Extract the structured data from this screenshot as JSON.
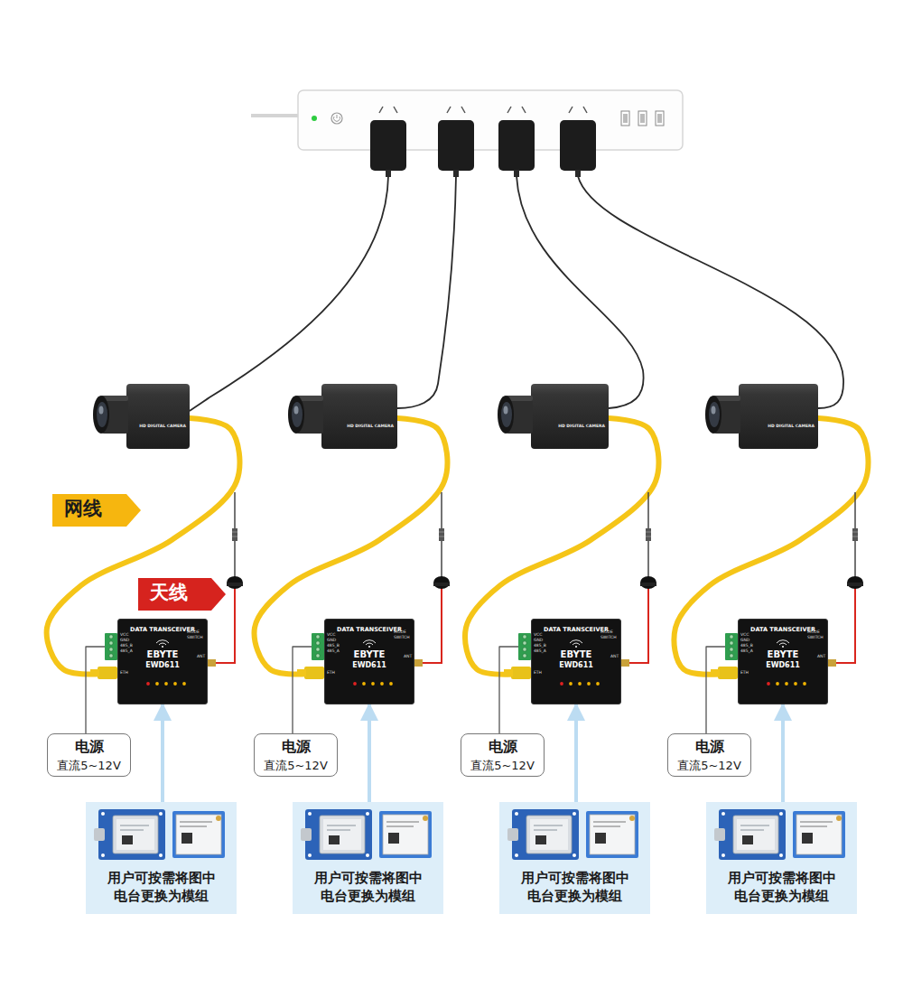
{
  "diagram": {
    "nodes": [
      {
        "text": [
          "HD DIGITAL CAMERA"
        ]
      },
      {
        "text": [
          "HD DIGITAL CAMERA"
        ]
      },
      {
        "text": [
          "HD DIGITAL CAMERA"
        ]
      },
      {
        "text": [
          "HD DIGITAL CAMERA"
        ]
      },
      {
        "text": [
          "网线"
        ]
      },
      {
        "text": [
          "天线"
        ]
      },
      {
        "text": [
          "DATA TRANSCEIVER",
          "EBYTE",
          "EWD611"
        ]
      },
      {
        "text": [
          "DATA TRANSCEIVER",
          "EBYTE",
          "EWD611"
        ]
      },
      {
        "text": [
          "DATA TRANSCEIVER",
          "EBYTE",
          "EWD611"
        ]
      },
      {
        "text": [
          "DATA TRANSCEIVER",
          "EBYTE",
          "EWD611"
        ]
      },
      {
        "text": [
          "电源",
          "直流5~12V"
        ]
      },
      {
        "text": [
          "电源",
          "直流5~12V"
        ]
      },
      {
        "text": [
          "电源",
          "直流5~12V"
        ]
      },
      {
        "text": [
          "电源",
          "直流5~12V"
        ]
      },
      {
        "text": [
          "用户可按需将图中 电台更换为模组"
        ]
      },
      {
        "text": [
          "用户可按需将图中 电台更换为模组"
        ]
      },
      {
        "text": [
          "用户可按需将图中 电台更换为模组"
        ]
      },
      {
        "text": [
          "用户可按需将图中 电台更换为模组"
        ]
      }
    ],
    "edges": [
      {
        "from": 0,
        "to": 6,
        "arrow": "none"
      },
      {
        "from": 10,
        "to": 6,
        "arrow": "none"
      },
      {
        "from": 14,
        "to": 6,
        "arrow": "to"
      },
      {
        "from": 1,
        "to": 7,
        "arrow": "none"
      },
      {
        "from": 11,
        "to": 7,
        "arrow": "none"
      },
      {
        "from": 15,
        "to": 7,
        "arrow": "to"
      },
      {
        "from": 2,
        "to": 8,
        "arrow": "none"
      },
      {
        "from": 12,
        "to": 8,
        "arrow": "none"
      },
      {
        "from": 16,
        "to": 8,
        "arrow": "to"
      },
      {
        "from": 3,
        "to": 9,
        "arrow": "none"
      },
      {
        "from": 13,
        "to": 9,
        "arrow": "none"
      },
      {
        "from": 17,
        "to": 9,
        "arrow": "to"
      }
    ],
    "labels": [
      "VCC",
      "GND",
      "485_B",
      "485_A",
      "ETH",
      "MODE",
      "SWITCH",
      "ANT",
      "VCC",
      "GND",
      "485_B",
      "485_A",
      "ETH",
      "MODE",
      "SWITCH",
      "ANT",
      "VCC",
      "GND",
      "485_B",
      "485_A",
      "ETH",
      "MODE",
      "SWITCH",
      "ANT",
      "VCC",
      "GND",
      "485_B",
      "485_A",
      "ETH",
      "MODE",
      "SWITCH",
      "ANT"
    ]
  }
}
